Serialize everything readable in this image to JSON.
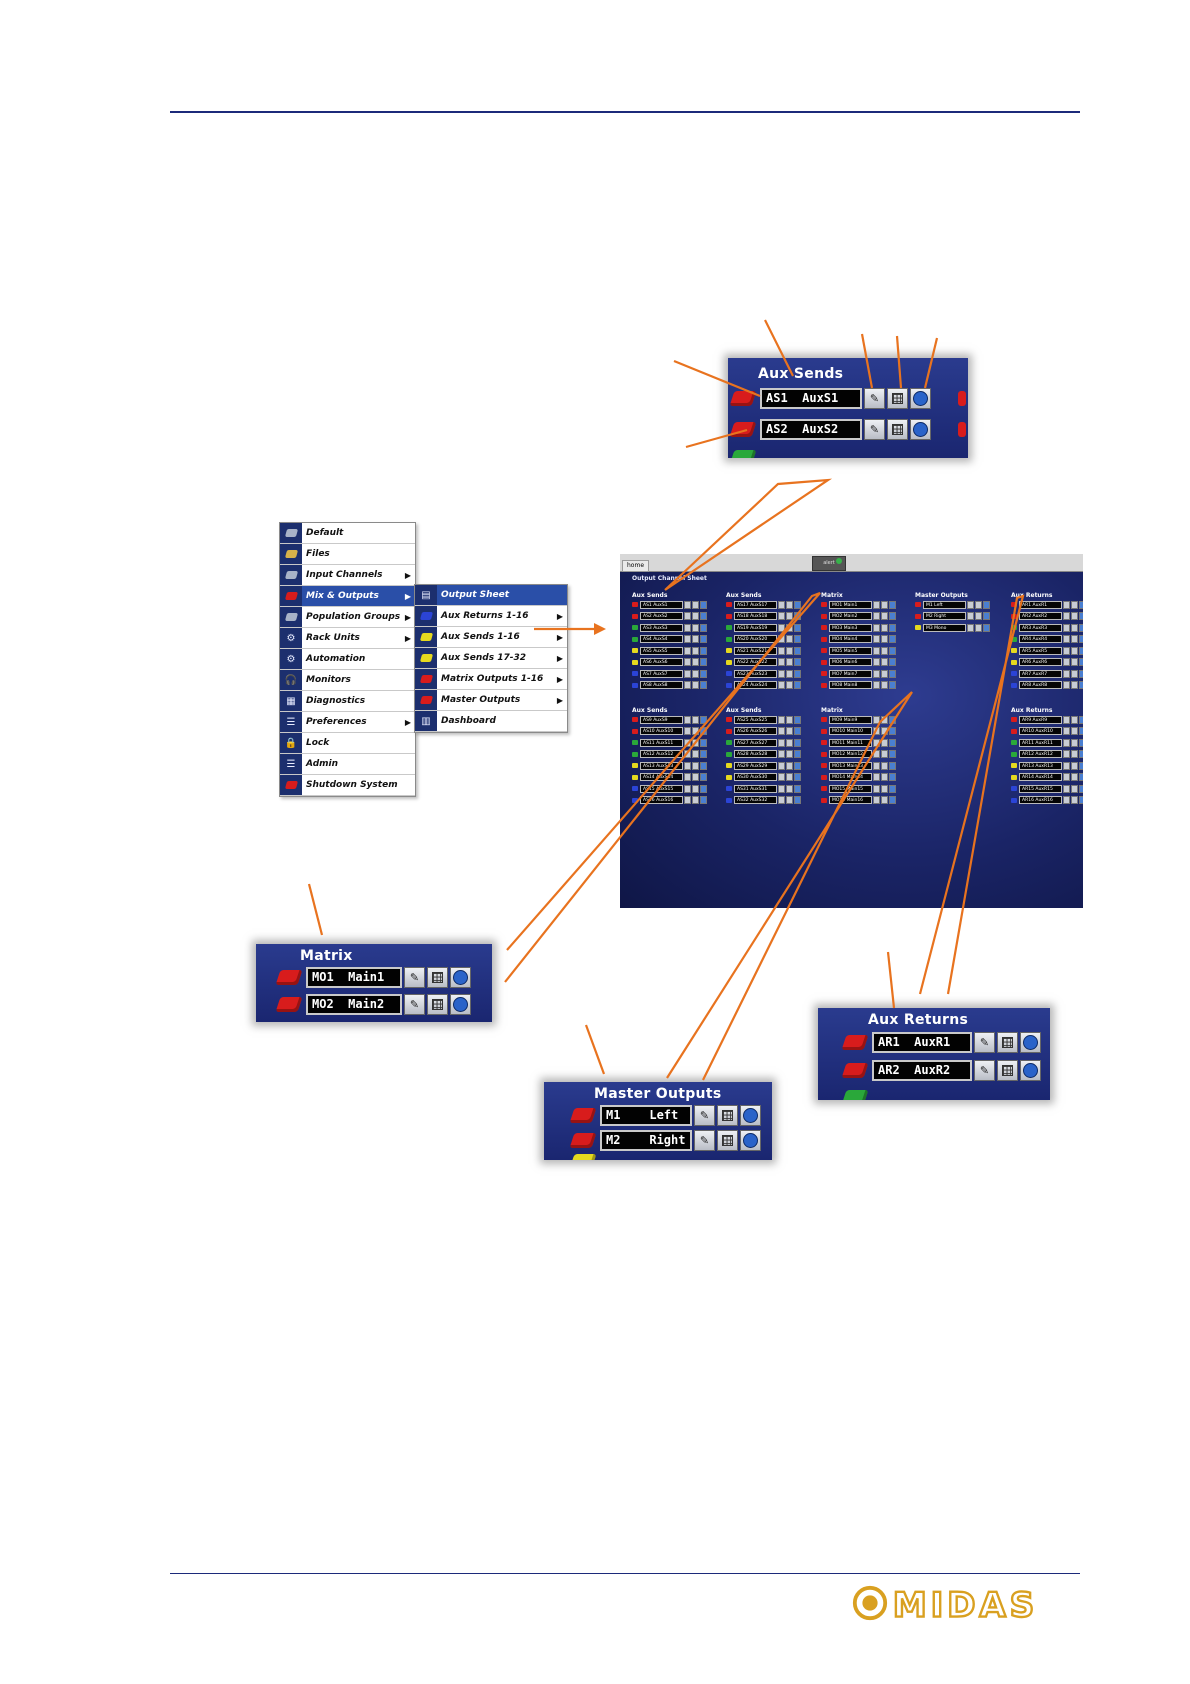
{
  "menu": {
    "items": [
      {
        "label": "Default",
        "icon": "chip-grey",
        "has_submenu": false,
        "selected": false
      },
      {
        "label": "Files",
        "icon": "folder",
        "has_submenu": false,
        "selected": false
      },
      {
        "label": "Input Channels",
        "icon": "chip-grey",
        "has_submenu": true,
        "selected": false
      },
      {
        "label": "Mix & Outputs",
        "icon": "chip-red",
        "has_submenu": true,
        "selected": true
      },
      {
        "label": "Population Groups",
        "icon": "chip-grey",
        "has_submenu": true,
        "selected": false
      },
      {
        "label": "Rack Units",
        "icon": "gears",
        "has_submenu": true,
        "selected": false
      },
      {
        "label": "Automation",
        "icon": "gears",
        "has_submenu": false,
        "selected": false
      },
      {
        "label": "Monitors",
        "icon": "headphones",
        "has_submenu": false,
        "selected": false
      },
      {
        "label": "Diagnostics",
        "icon": "board",
        "has_submenu": false,
        "selected": false
      },
      {
        "label": "Preferences",
        "icon": "list",
        "has_submenu": true,
        "selected": false
      },
      {
        "label": "Lock",
        "icon": "lock",
        "has_submenu": false,
        "selected": false
      },
      {
        "label": "Admin",
        "icon": "list",
        "has_submenu": false,
        "selected": false
      },
      {
        "label": "Shutdown System",
        "icon": "chip-red",
        "has_submenu": false,
        "selected": false
      }
    ]
  },
  "submenu": {
    "items": [
      {
        "label": "Output Sheet",
        "icon": "sheet",
        "has_submenu": false,
        "selected": true
      },
      {
        "label": "Aux Returns 1-16",
        "icon": "chip-blue",
        "has_submenu": true,
        "selected": false
      },
      {
        "label": "Aux Sends 1-16",
        "icon": "chip-yellow",
        "has_submenu": true,
        "selected": false
      },
      {
        "label": "Aux Sends 17-32",
        "icon": "chip-yellow",
        "has_submenu": true,
        "selected": false
      },
      {
        "label": "Matrix Outputs 1-16",
        "icon": "chip-red",
        "has_submenu": true,
        "selected": false
      },
      {
        "label": "Master Outputs",
        "icon": "chip-red",
        "has_submenu": true,
        "selected": false
      },
      {
        "label": "Dashboard",
        "icon": "meters",
        "has_submenu": false,
        "selected": false
      }
    ]
  },
  "screen": {
    "home_tab": "home",
    "alert_label": "alert",
    "sheet_title": "Output Channel Sheet",
    "groups": [
      {
        "title": "Aux Sends",
        "rows": [
          {
            "name": "AS1 AuxS1",
            "chip": "red"
          },
          {
            "name": "AS2 AuxS2",
            "chip": "red"
          },
          {
            "name": "AS3 AuxS3",
            "chip": "green"
          },
          {
            "name": "AS4 AuxS4",
            "chip": "green"
          },
          {
            "name": "AS5 AuxS5",
            "chip": "yellow"
          },
          {
            "name": "AS6 AuxS6",
            "chip": "yellow"
          },
          {
            "name": "AS7 AuxS7",
            "chip": "blue"
          },
          {
            "name": "AS8 AuxS8",
            "chip": "blue"
          }
        ]
      },
      {
        "title": "Aux Sends",
        "rows": [
          {
            "name": "AS17 AuxS17",
            "chip": "red"
          },
          {
            "name": "AS18 AuxS18",
            "chip": "red"
          },
          {
            "name": "AS19 AuxS19",
            "chip": "green"
          },
          {
            "name": "AS20 AuxS20",
            "chip": "green"
          },
          {
            "name": "AS21 AuxS21",
            "chip": "yellow"
          },
          {
            "name": "AS22 AuxS22",
            "chip": "yellow"
          },
          {
            "name": "AS23 AuxS23",
            "chip": "blue"
          },
          {
            "name": "AS24 AuxS24",
            "chip": "blue"
          }
        ]
      },
      {
        "title": "Matrix",
        "rows": [
          {
            "name": "MO1 Main1",
            "chip": "red"
          },
          {
            "name": "MO2 Main2",
            "chip": "red"
          },
          {
            "name": "MO3 Main3",
            "chip": "red"
          },
          {
            "name": "MO4 Main4",
            "chip": "red"
          },
          {
            "name": "MO5 Main5",
            "chip": "red"
          },
          {
            "name": "MO6 Main6",
            "chip": "red"
          },
          {
            "name": "MO7 Main7",
            "chip": "red"
          },
          {
            "name": "MO8 Main8",
            "chip": "red"
          }
        ]
      },
      {
        "title": "Master Outputs",
        "rows": [
          {
            "name": "M1 Left",
            "chip": "red"
          },
          {
            "name": "M2 Right",
            "chip": "red"
          },
          {
            "name": "M3 Mono",
            "chip": "yellow"
          }
        ]
      },
      {
        "title": "Aux Returns",
        "rows": [
          {
            "name": "AR1 AuxR1",
            "chip": "red"
          },
          {
            "name": "AR2 AuxR2",
            "chip": "red"
          },
          {
            "name": "AR3 AuxR3",
            "chip": "green"
          },
          {
            "name": "AR4 AuxR4",
            "chip": "green"
          },
          {
            "name": "AR5 AuxR5",
            "chip": "yellow"
          },
          {
            "name": "AR6 AuxR6",
            "chip": "yellow"
          },
          {
            "name": "AR7 AuxR7",
            "chip": "blue"
          },
          {
            "name": "AR8 AuxR8",
            "chip": "blue"
          }
        ]
      },
      {
        "title": "Aux Sends",
        "rows": [
          {
            "name": "AS9 AuxS9",
            "chip": "red"
          },
          {
            "name": "AS10 AuxS10",
            "chip": "red"
          },
          {
            "name": "AS11 AuxS11",
            "chip": "green"
          },
          {
            "name": "AS12 AuxS12",
            "chip": "green"
          },
          {
            "name": "AS13 AuxS13",
            "chip": "yellow"
          },
          {
            "name": "AS14 AuxS14",
            "chip": "yellow"
          },
          {
            "name": "AS15 AuxS15",
            "chip": "blue"
          },
          {
            "name": "AS16 AuxS16",
            "chip": "blue"
          }
        ]
      },
      {
        "title": "Aux Sends",
        "rows": [
          {
            "name": "AS25 AuxS25",
            "chip": "red"
          },
          {
            "name": "AS26 AuxS26",
            "chip": "red"
          },
          {
            "name": "AS27 AuxS27",
            "chip": "green"
          },
          {
            "name": "AS28 AuxS28",
            "chip": "green"
          },
          {
            "name": "AS29 AuxS29",
            "chip": "yellow"
          },
          {
            "name": "AS30 AuxS30",
            "chip": "yellow"
          },
          {
            "name": "AS31 AuxS31",
            "chip": "blue"
          },
          {
            "name": "AS32 AuxS32",
            "chip": "blue"
          }
        ]
      },
      {
        "title": "Matrix",
        "rows": [
          {
            "name": "MO9 Main9",
            "chip": "red"
          },
          {
            "name": "MO10 Main10",
            "chip": "red"
          },
          {
            "name": "MO11 Main11",
            "chip": "red"
          },
          {
            "name": "MO12 Main12",
            "chip": "red"
          },
          {
            "name": "MO13 Main13",
            "chip": "red"
          },
          {
            "name": "MO14 Main14",
            "chip": "red"
          },
          {
            "name": "MO15 Main15",
            "chip": "red"
          },
          {
            "name": "MO16 Main16",
            "chip": "red"
          }
        ]
      },
      {
        "title": "Aux Returns",
        "rows": [
          {
            "name": "AR9 AuxR9",
            "chip": "red"
          },
          {
            "name": "AR10 AuxR10",
            "chip": "red"
          },
          {
            "name": "AR11 AuxR11",
            "chip": "green"
          },
          {
            "name": "AR12 AuxR12",
            "chip": "green"
          },
          {
            "name": "AR13 AuxR13",
            "chip": "yellow"
          },
          {
            "name": "AR14 AuxR14",
            "chip": "yellow"
          },
          {
            "name": "AR15 AuxR15",
            "chip": "blue"
          },
          {
            "name": "AR16 AuxR16",
            "chip": "blue"
          }
        ]
      }
    ]
  },
  "zoom_aux_sends": {
    "title": "Aux Sends",
    "rows": [
      "AS1  AuxS1",
      "AS2  AuxS2"
    ]
  },
  "zoom_matrix": {
    "title": "Matrix",
    "rows": [
      "MO1  Main1",
      "MO2  Main2"
    ]
  },
  "zoom_master": {
    "title": "Master Outputs",
    "rows": [
      "M1    Left",
      "M2    Right"
    ]
  },
  "zoom_aux_returns": {
    "title": "Aux Returns",
    "rows": [
      "AR1  AuxR1",
      "AR2  AuxR2"
    ]
  },
  "colors": {
    "accent_orange": "#e8731f",
    "rule_navy": "#1c2a7a",
    "logo_gold": "#d9a020",
    "panel_blue": "#1a2670"
  },
  "logo": {
    "text": "MIDAS"
  }
}
